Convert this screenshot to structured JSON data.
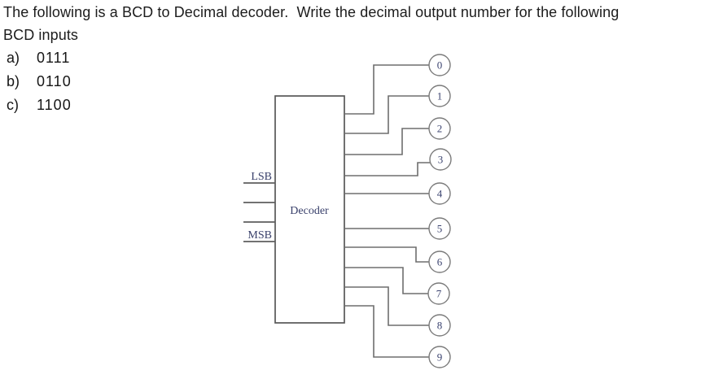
{
  "question": {
    "line1": "The following is a BCD to Decimal decoder.  Write the decimal output number for the following",
    "line2": "BCD inputs"
  },
  "bcd_inputs": [
    {
      "label": "a)",
      "value": "0111"
    },
    {
      "label": "b)",
      "value": "0110"
    },
    {
      "label": "c)",
      "value": "1100"
    }
  ],
  "diagram": {
    "decoder_label": "Decoder",
    "lsb_label": "LSB",
    "msb_label": "MSB",
    "outputs": [
      "0",
      "1",
      "2",
      "3",
      "4",
      "5",
      "6",
      "7",
      "8",
      "9"
    ],
    "colors": {
      "wire": "#6e6e6e",
      "box_border": "#575757",
      "label_text": "#39406b",
      "question_text": "#1c1c1c"
    }
  }
}
